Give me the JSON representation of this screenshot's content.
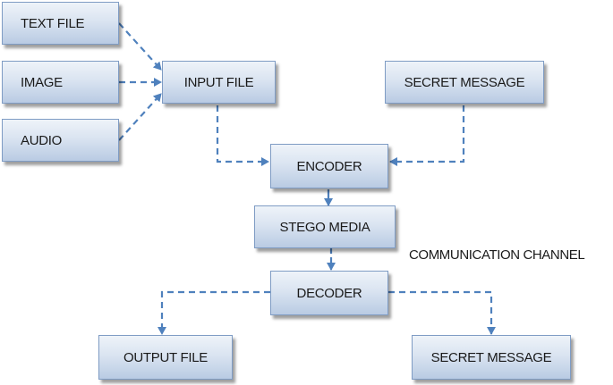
{
  "nodes": {
    "text_file": "TEXT FILE",
    "image": "IMAGE",
    "audio": "AUDIO",
    "input_file": "INPUT FILE",
    "secret_message_in": "SECRET MESSAGE",
    "encoder": "ENCODER",
    "stego_media": "STEGO MEDIA",
    "communication_channel": "COMMUNICATION CHANNEL",
    "decoder": "DECODER",
    "output_file": "OUTPUT FILE",
    "secret_message_out": "SECRET MESSAGE"
  },
  "edges": [
    {
      "from": "text_file",
      "to": "input_file",
      "style": "dashed"
    },
    {
      "from": "image",
      "to": "input_file",
      "style": "dashed"
    },
    {
      "from": "audio",
      "to": "input_file",
      "style": "dashed"
    },
    {
      "from": "input_file",
      "to": "encoder",
      "style": "dashed"
    },
    {
      "from": "secret_message_in",
      "to": "encoder",
      "style": "dashed"
    },
    {
      "from": "encoder",
      "to": "stego_media",
      "style": "solid"
    },
    {
      "from": "stego_media",
      "to": "decoder",
      "style": "dashed"
    },
    {
      "from": "decoder",
      "to": "output_file",
      "style": "dashed"
    },
    {
      "from": "decoder",
      "to": "secret_message_out",
      "style": "dashed"
    }
  ],
  "colors": {
    "arrow": "#4f81bd",
    "box_border": "#7f9cc4",
    "text": "#1a1a1a"
  }
}
